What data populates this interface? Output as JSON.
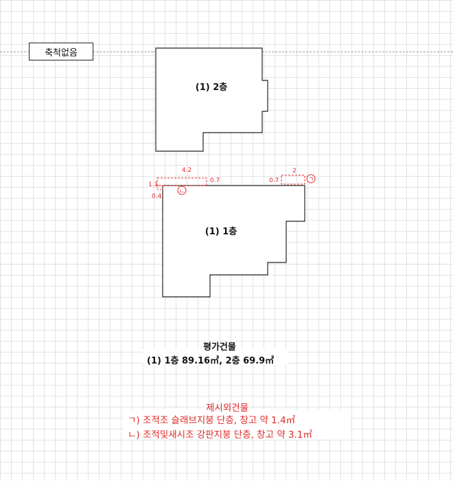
{
  "scale_note": "축척없음",
  "floors": {
    "floor2_label": "(1) 2층",
    "floor1_label": "(1) 1층"
  },
  "dimensions": {
    "d_4_2": "4.2",
    "d_1_1": "1.1",
    "d_0_7_left": "0.7",
    "d_0_4": "0.4",
    "d_2": "2",
    "d_0_7_right": "0.7"
  },
  "markers": {
    "giyeok": "ㄱ",
    "nieun": "ㄴ"
  },
  "evaluated_building": {
    "title": "평가건물",
    "area_line": "(1) 1층 89.16㎡, 2층 69.9㎡"
  },
  "excluded_building": {
    "title": "제시외건물",
    "item1": "ㄱ) 조적조 슬래브지붕 단층, 창고 약 1.4㎡",
    "item2": "ㄴ) 조적및새시조 강판지붕 단층, 창고 약 3.1㎡"
  },
  "colors": {
    "line": "#222222",
    "annotation_red": "#e02a2a",
    "grid": "#e2e2e2"
  }
}
